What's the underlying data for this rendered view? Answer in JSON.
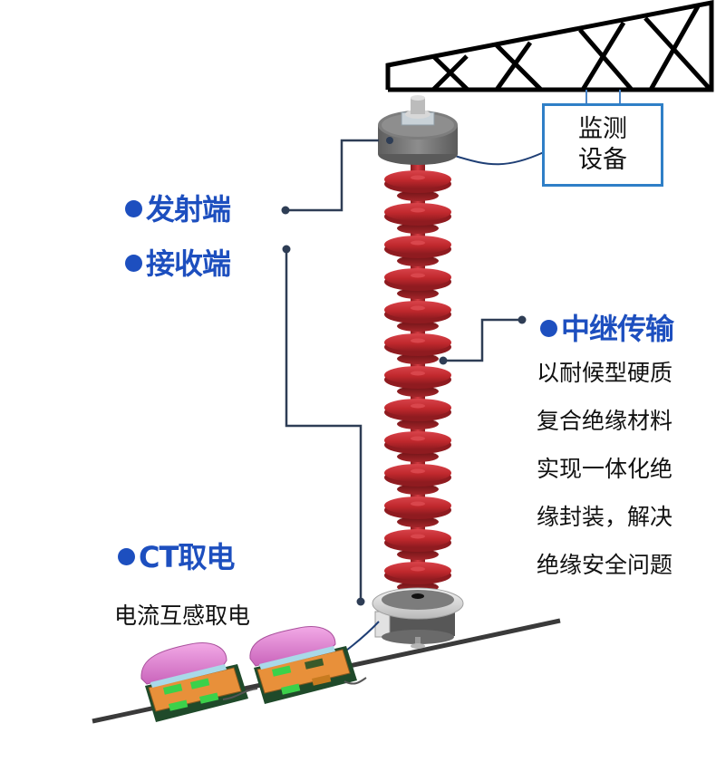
{
  "diagram": {
    "title": "绝缘子中继传输监测系统示意图",
    "colors": {
      "label_blue": "#1d4fbf",
      "connector_line": "#2e3d55",
      "monitor_box_border": "#2f7fc7",
      "insulator_red": "#c0282d",
      "ct_cover_pink": "#e58ad6",
      "ct_body_green": "#1f4a2a",
      "ct_board_orange": "#e8903a",
      "ct_chip_green": "#3bd14a"
    },
    "structure": {
      "tower_crossarm": "truss crossarm",
      "insulator_shed_count": 13
    },
    "monitor_device": {
      "line1": "监测",
      "line2": "设备"
    },
    "labels": {
      "transmitter": "发射端",
      "receiver": "接收端",
      "relay": "中继传输",
      "ct": "CT取电"
    },
    "relay_description": [
      "以耐候型硬质",
      "复合绝缘材料",
      "实现一体化绝",
      "缘封装，解决",
      "绝缘安全问题"
    ],
    "ct_description": "电流互感取电"
  }
}
